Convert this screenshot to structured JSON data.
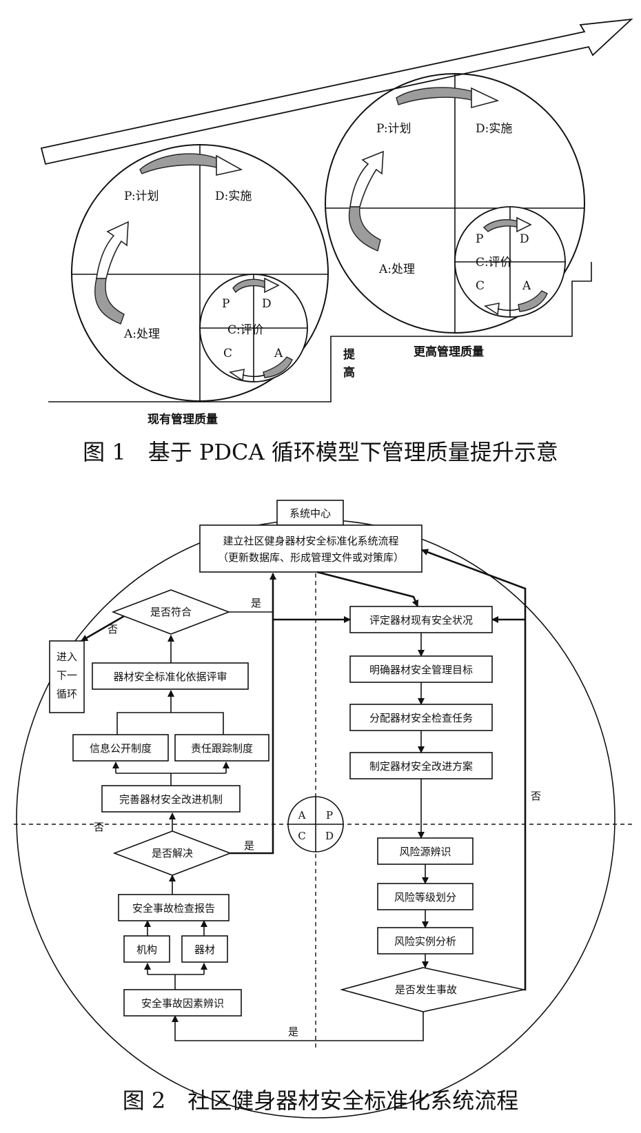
{
  "figure1": {
    "caption": "图 1　基于 PDCA 循环模型下管理质量提升示意",
    "left_cycle": {
      "p": "P:计划",
      "d": "D:实施",
      "a": "A:处理",
      "inner": {
        "p": "P",
        "d": "D",
        "c_center": "C:评价",
        "c": "C",
        "a": "A"
      }
    },
    "right_cycle": {
      "p": "P:计划",
      "d": "D:实施",
      "a": "A:处理",
      "inner": {
        "p": "P",
        "d": "D",
        "c_center": "C:评价",
        "c": "C",
        "a": "A"
      }
    },
    "current_quality": "现有管理质量",
    "higher_quality": "更高管理质量",
    "raise_1": "提",
    "raise_2": "高"
  },
  "figure2": {
    "caption": "图 2　社区健身器材安全标准化系统流程",
    "system_center": "系统中心",
    "top_box_line1": "建立社区健身器材安全标准化系统流程",
    "top_box_line2": "（更新数据库、形成管理文件或对策库）",
    "right_steps": [
      "评定器材现有安全状况",
      "明确器材安全管理目标",
      "分配器材安全检查任务",
      "制定器材安全改进方案"
    ],
    "risk_steps": [
      "风险源辨识",
      "风险等级划分",
      "风险实例分析"
    ],
    "accident_decision": "是否发生事故",
    "left_bottom": "安全事故因素辨识",
    "org": "机构",
    "equipment": "器材",
    "report": "安全事故检查报告",
    "solved_decision": "是否解决",
    "improve": "完善器材安全改进机制",
    "info": "信息公开制度",
    "responsibility": "责任跟踪制度",
    "review": "器材安全标准化依据评审",
    "conform_decision": "是否符合",
    "next_cycle": [
      "进入",
      "下一",
      "循环"
    ],
    "yes": "是",
    "no": "否",
    "apcd": {
      "a": "A",
      "p": "P",
      "c": "C",
      "d": "D"
    }
  }
}
